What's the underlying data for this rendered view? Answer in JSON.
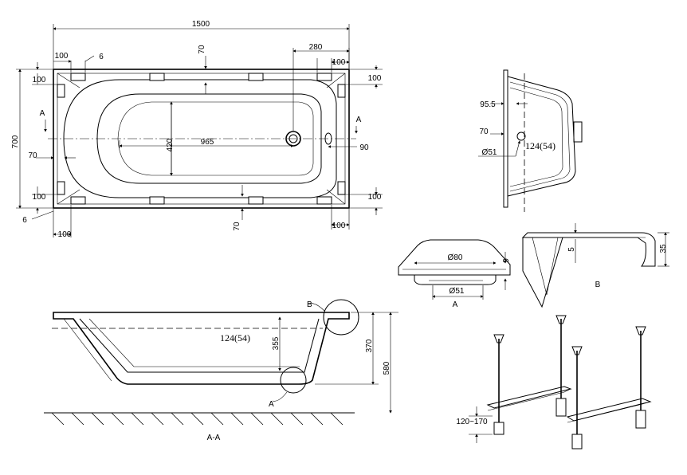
{
  "plan": {
    "overall_length": "1500",
    "overall_width": "700",
    "d100": "100",
    "d6": "6",
    "d70": "70",
    "d280": "280",
    "d965": "965",
    "d420": "420",
    "d90": "90",
    "section_marker": "A"
  },
  "side_view": {
    "d95": "95.5",
    "d70": "70",
    "d51": "Ø51",
    "d124": "124(54)"
  },
  "detail_a": {
    "d80": "Ø80",
    "d51": "Ø51",
    "d9": "9",
    "label": "A"
  },
  "detail_b": {
    "d5": "5",
    "d35": "35",
    "label": "B"
  },
  "section": {
    "d124": "124(54)",
    "d355": "355",
    "d370": "370",
    "d580": "580",
    "label_a": "A",
    "label_b": "B",
    "title": "A-A"
  },
  "legs": {
    "range": "120~170"
  }
}
